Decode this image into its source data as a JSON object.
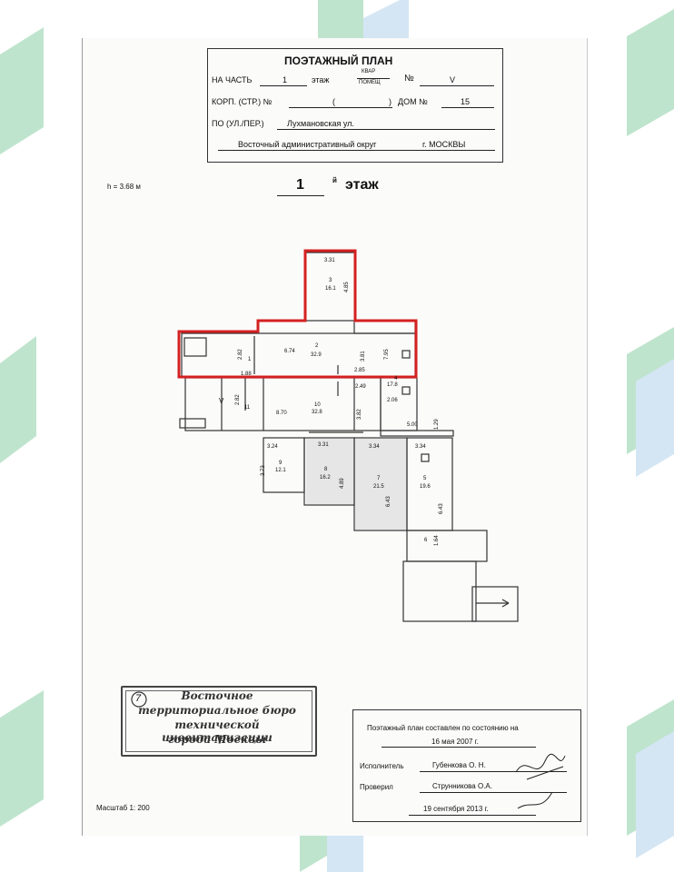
{
  "header": {
    "title": "ПОЭТАЖНЫЙ ПЛАН",
    "na_chast_label": "НА ЧАСТЬ",
    "na_chast_value": "1",
    "etazh_label": "этаж",
    "kvar_label": "КВАР",
    "pomeshch_label": "ПОМЕЩ",
    "number_sign": "№",
    "number_value": "V",
    "korp_label": "КОРП. (СТР.) №",
    "korp_paren_open": "(",
    "korp_paren_close": ")",
    "dom_label": "ДОМ №",
    "dom_value": "15",
    "po_label": "ПО (УЛ./ПЕР.)",
    "street": "Лухмановская ул.",
    "okrug": "Восточный административный округ",
    "city": "г. МОСКВЫ"
  },
  "floor": {
    "height_label": "h = 3.68 м",
    "number": "1",
    "superscript": "й",
    "word": "этаж"
  },
  "plan": {
    "highlight_color": "#d42020",
    "rooms": [
      {
        "number": "1",
        "area": ""
      },
      {
        "number": "2",
        "area": "32.9"
      },
      {
        "number": "3",
        "area": "16.1"
      },
      {
        "number": "4",
        "area": "17.8"
      },
      {
        "number": "5",
        "area": "19.6"
      },
      {
        "number": "6",
        "area": ""
      },
      {
        "number": "7",
        "area": "21.5"
      },
      {
        "number": "8",
        "area": "16.2"
      },
      {
        "number": "9",
        "area": "12.1"
      },
      {
        "number": "10",
        "area": "32.8"
      },
      {
        "number": "11",
        "area": ""
      }
    ],
    "dims": {
      "d_3_31_top": "3.31",
      "d_4_85": "4.85",
      "d_2_82_a": "2.82",
      "d_6_74": "6.74",
      "d_3_81": "3.81",
      "d_7_95": "7.95",
      "d_2_85": "2.85",
      "d_1_88": "1.88",
      "d_2_49": "2.49",
      "d_2_82_b": "2.82",
      "d_2_06": "2.06",
      "d_8_70": "8.70",
      "d_3_82": "3.82",
      "d_5_00": "5.00",
      "d_1_29": "1.29",
      "d_3_24": "3.24",
      "d_3_31_mid": "3.31",
      "d_3_34_a": "3.34",
      "d_3_34_b": "3.34",
      "d_3_73": "3.73",
      "d_4_89": "4.89",
      "d_6_43_a": "6.43",
      "d_6_43_b": "6.43",
      "d_1_64": "1.64"
    },
    "marker_v": "V"
  },
  "stamp": {
    "number": "7",
    "line1": "Восточное",
    "line2": "территориальное бюро",
    "line3": "технической инвентаризации",
    "line4": "города Москвы"
  },
  "block": {
    "state_text": "Поэтажный план составлен по состоянию на",
    "state_date": "16 мая 2007 г.",
    "executor_label": "Исполнитель",
    "executor_name": "Губенкова О. Н.",
    "checker_label": "Проверил",
    "checker_name": "Струнникова О.А.",
    "check_date": "19 сентября 2013 г."
  },
  "scale": "Масштаб 1: 200",
  "watermark_color": "#3fae6b"
}
